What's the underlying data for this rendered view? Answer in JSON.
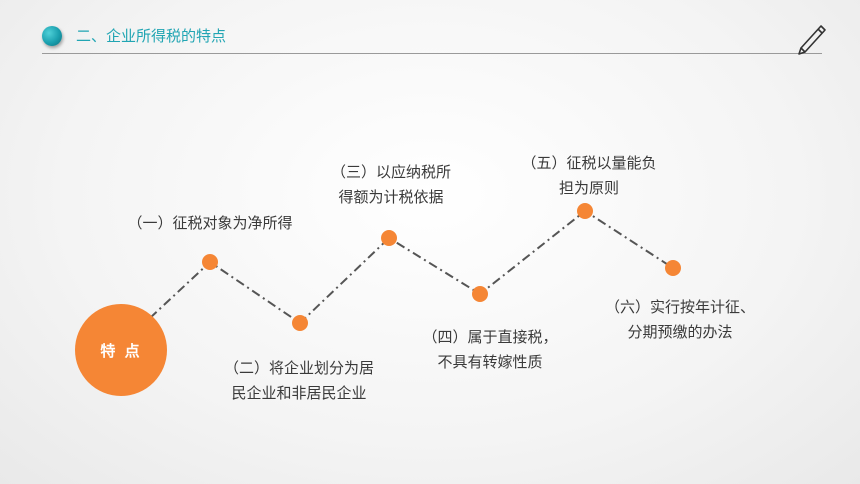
{
  "header": {
    "title": "二、企业所得税的特点",
    "icon": "pen-icon"
  },
  "colors": {
    "accent": "#21a5b3",
    "node": "#f58635",
    "connector": "#555555"
  },
  "center": {
    "label": "特 点"
  },
  "features": [
    {
      "lines": [
        "（一）征税对象为净所得"
      ]
    },
    {
      "lines": [
        "（二）将企业划分为居",
        "民企业和非居民企业"
      ]
    },
    {
      "lines": [
        "（三）以应纳税所",
        "得额为计税依据"
      ]
    },
    {
      "lines": [
        "（四）属于直接税，",
        "不具有转嫁性质"
      ]
    },
    {
      "lines": [
        "（五）征税以量能负",
        "担为原则"
      ]
    },
    {
      "lines": [
        "（六）实行按年计征、",
        "分期预缴的办法"
      ]
    }
  ]
}
